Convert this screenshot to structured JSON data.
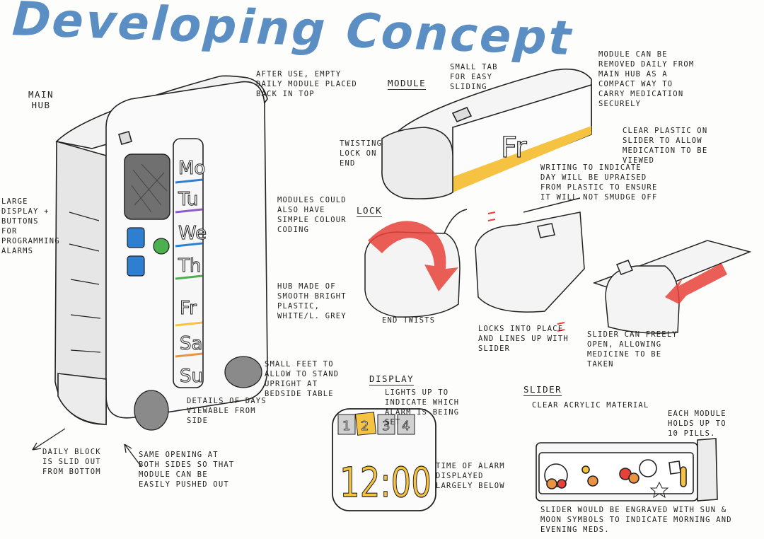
{
  "title": "Developing Concept",
  "headings": {
    "main_hub": "Main Hub",
    "module": "Module",
    "lock": "Lock",
    "display": "Display",
    "slider": "Slider"
  },
  "days": [
    "Mo",
    "Tu",
    "We",
    "Th",
    "Fr",
    "Sa",
    "Su"
  ],
  "module_label": "Fr",
  "display": {
    "alarm_numbers": [
      "1",
      "2",
      "3",
      "4"
    ],
    "time": "12:00"
  },
  "notes": {
    "after_use": "After use, empty daily module placed back in top",
    "large_display": "Large display + buttons for programming alarms",
    "modules_colour": "Modules could also have simple colour coding",
    "hub_made": "Hub made of smooth bright plastic, white/l. grey",
    "small_feet": "Small feet to allow to stand upright at bedside table",
    "details_days": "Details of days viewable from side",
    "daily_block": "Daily block is slid out from bottom",
    "same_opening": "Same opening at both sides so that module can be easily pushed out",
    "small_tab": "Small tab for easy sliding",
    "module_removed": "Module can be removed daily from main hub as a compact way to carry medication securely",
    "twisting_lock": "Twisting lock on end",
    "clear_plastic": "Clear plastic on slider to allow medication to be viewed",
    "writing_day": "Writing to indicate day will be upraised from plastic to ensure it will not smudge off",
    "end_twists": "End twists",
    "locks_into": "Locks into place and lines up with slider",
    "slider_can": "Slider can freely open, allowing medicine to be taken",
    "lights_up": "Lights up to indicate which alarm is being set",
    "time_alarm": "Time of alarm displayed largely below",
    "clear_acrylic": "Clear acrylic material",
    "each_module": "Each module holds up to 10 pills.",
    "slider_engraved": "Slider would be engraved with sun & moon symbols to indicate morning and evening meds."
  },
  "colors": {
    "title_blue": "#5b8fc4",
    "display_grey": "#707070",
    "button_blue": "#2f7fd1",
    "button_green": "#4caf50",
    "accent_yellow": "#f5c242",
    "arrow_red": "#e8413a",
    "feet_grey": "#8a8a8a"
  }
}
